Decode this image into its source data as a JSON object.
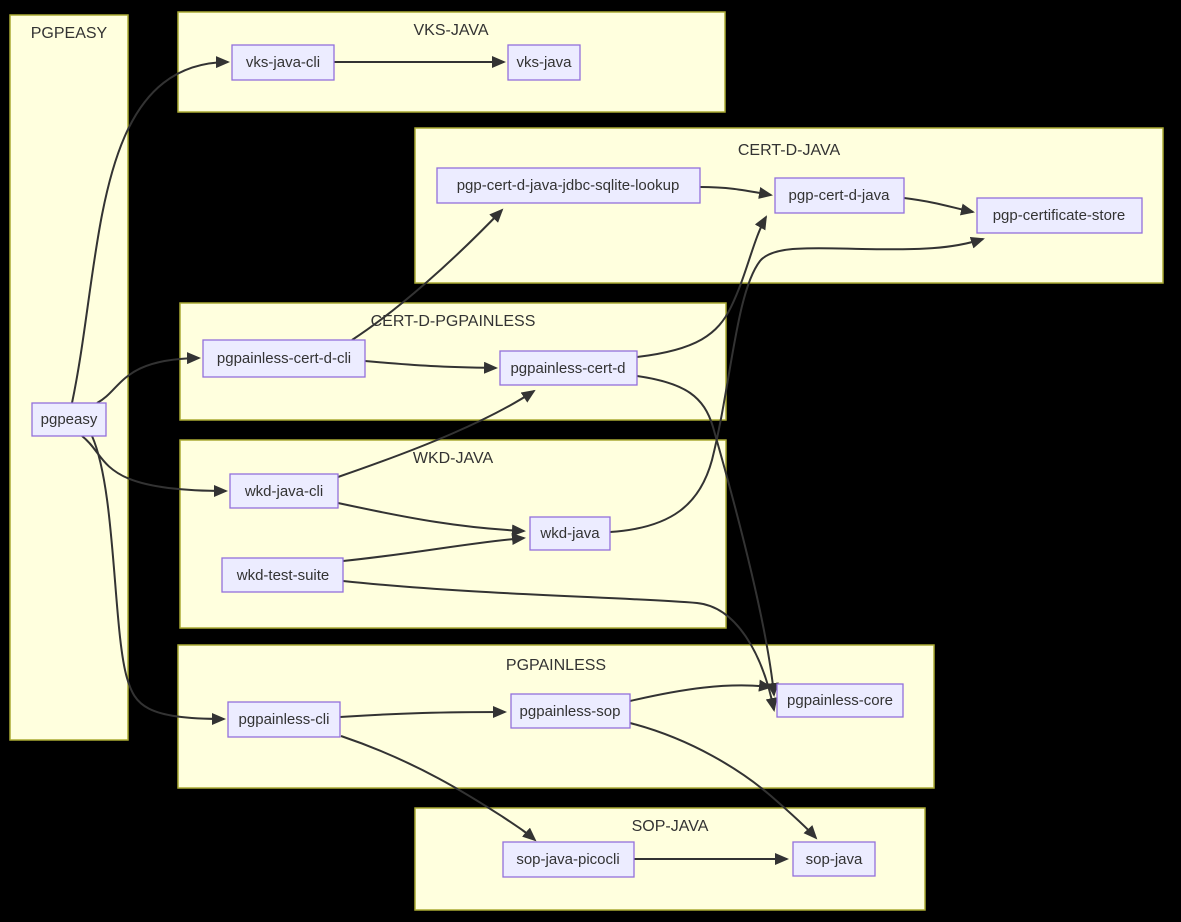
{
  "diagram": {
    "type": "flowchart",
    "background": "#000000",
    "colors": {
      "cluster_fill": "#ffffde",
      "cluster_border": "#aaaa33",
      "node_fill": "#ececff",
      "node_border": "#9370db",
      "edge": "#333333",
      "text": "#333333"
    },
    "clusters": [
      {
        "id": "pgpeasy-group",
        "label": "PGPEASY"
      },
      {
        "id": "vks-java-group",
        "label": "VKS-JAVA"
      },
      {
        "id": "cert-d-java-group",
        "label": "CERT-D-JAVA"
      },
      {
        "id": "cert-d-pgpainless-group",
        "label": "CERT-D-PGPAINLESS"
      },
      {
        "id": "wkd-java-group",
        "label": "WKD-JAVA"
      },
      {
        "id": "pgpainless-group",
        "label": "PGPAINLESS"
      },
      {
        "id": "sop-java-group",
        "label": "SOP-JAVA"
      }
    ],
    "nodes": [
      {
        "id": "pgpeasy",
        "label": "pgpeasy",
        "cluster": "PGPEASY"
      },
      {
        "id": "vks-java-cli",
        "label": "vks-java-cli",
        "cluster": "VKS-JAVA"
      },
      {
        "id": "vks-java",
        "label": "vks-java",
        "cluster": "VKS-JAVA"
      },
      {
        "id": "pgp-cert-d-java-jdbc-sqlite-lookup",
        "label": "pgp-cert-d-java-jdbc-sqlite-lookup",
        "cluster": "CERT-D-JAVA"
      },
      {
        "id": "pgp-cert-d-java",
        "label": "pgp-cert-d-java",
        "cluster": "CERT-D-JAVA"
      },
      {
        "id": "pgp-certificate-store",
        "label": "pgp-certificate-store",
        "cluster": "CERT-D-JAVA"
      },
      {
        "id": "pgpainless-cert-d-cli",
        "label": "pgpainless-cert-d-cli",
        "cluster": "CERT-D-PGPAINLESS"
      },
      {
        "id": "pgpainless-cert-d",
        "label": "pgpainless-cert-d",
        "cluster": "CERT-D-PGPAINLESS"
      },
      {
        "id": "wkd-java-cli",
        "label": "wkd-java-cli",
        "cluster": "WKD-JAVA"
      },
      {
        "id": "wkd-java",
        "label": "wkd-java",
        "cluster": "WKD-JAVA"
      },
      {
        "id": "wkd-test-suite",
        "label": "wkd-test-suite",
        "cluster": "WKD-JAVA"
      },
      {
        "id": "pgpainless-cli",
        "label": "pgpainless-cli",
        "cluster": "PGPAINLESS"
      },
      {
        "id": "pgpainless-sop",
        "label": "pgpainless-sop",
        "cluster": "PGPAINLESS"
      },
      {
        "id": "pgpainless-core",
        "label": "pgpainless-core",
        "cluster": "PGPAINLESS"
      },
      {
        "id": "sop-java-picocli",
        "label": "sop-java-picocli",
        "cluster": "SOP-JAVA"
      },
      {
        "id": "sop-java",
        "label": "sop-java",
        "cluster": "SOP-JAVA"
      }
    ],
    "edges": [
      {
        "from": "pgpeasy",
        "to": "vks-java-cli"
      },
      {
        "from": "pgpeasy",
        "to": "pgpainless-cert-d-cli"
      },
      {
        "from": "pgpeasy",
        "to": "wkd-java-cli"
      },
      {
        "from": "pgpeasy",
        "to": "pgpainless-cli"
      },
      {
        "from": "vks-java-cli",
        "to": "vks-java"
      },
      {
        "from": "pgp-cert-d-java-jdbc-sqlite-lookup",
        "to": "pgp-cert-d-java"
      },
      {
        "from": "pgp-cert-d-java",
        "to": "pgp-certificate-store"
      },
      {
        "from": "pgpainless-cert-d-cli",
        "to": "pgp-cert-d-java-jdbc-sqlite-lookup"
      },
      {
        "from": "pgpainless-cert-d-cli",
        "to": "pgpainless-cert-d"
      },
      {
        "from": "pgpainless-cert-d",
        "to": "pgp-cert-d-java"
      },
      {
        "from": "pgpainless-cert-d",
        "to": "pgpainless-core"
      },
      {
        "from": "wkd-java-cli",
        "to": "pgpainless-cert-d"
      },
      {
        "from": "wkd-java-cli",
        "to": "wkd-java"
      },
      {
        "from": "wkd-test-suite",
        "to": "wkd-java"
      },
      {
        "from": "wkd-test-suite",
        "to": "pgpainless-core"
      },
      {
        "from": "wkd-java",
        "to": "pgp-certificate-store"
      },
      {
        "from": "pgpainless-cli",
        "to": "pgpainless-sop"
      },
      {
        "from": "pgpainless-cli",
        "to": "sop-java-picocli"
      },
      {
        "from": "pgpainless-sop",
        "to": "pgpainless-core"
      },
      {
        "from": "pgpainless-sop",
        "to": "sop-java"
      },
      {
        "from": "sop-java-picocli",
        "to": "sop-java"
      }
    ]
  }
}
